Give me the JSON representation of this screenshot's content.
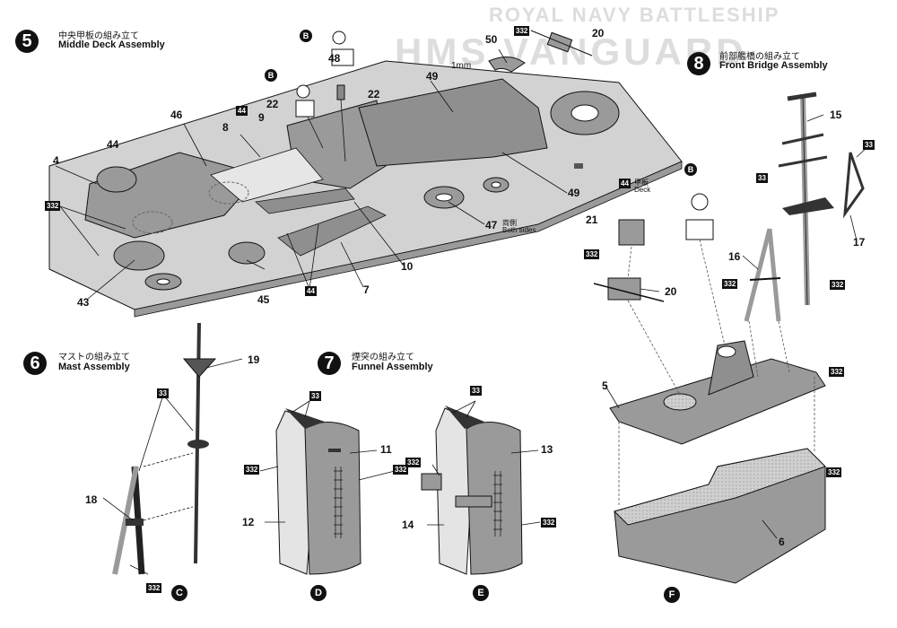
{
  "steps": [
    {
      "number": "5",
      "title_jp": "中央甲板の組み立て",
      "title_en": "Middle Deck Assembly"
    },
    {
      "number": "6",
      "title_jp": "マストの組み立て",
      "title_en": "Mast Assembly"
    },
    {
      "number": "7",
      "title_jp": "煙突の組み立て",
      "title_en": "Funnel Assembly"
    },
    {
      "number": "8",
      "title_jp": "前部艦橋の組み立て",
      "title_en": "Front Bridge Assembly"
    }
  ],
  "header_ghost": {
    "line1": "ROYAL NAVY BATTLESHIP",
    "line2": "HMS VANGUARD"
  },
  "parts": {
    "p4": "4",
    "p44": "44",
    "p46": "46",
    "p8": "8",
    "p9": "9",
    "p22a": "22",
    "p22b": "22",
    "p48": "48",
    "p50": "50",
    "p20a": "20",
    "p49a": "49",
    "p49b": "49",
    "p1mm": "1mm",
    "p43": "43",
    "p45": "45",
    "p7": "7",
    "p10": "10",
    "p47": "47",
    "p19": "19",
    "p18": "18",
    "p11": "11",
    "p12": "12",
    "p13": "13",
    "p14": "14",
    "p15": "15",
    "p16": "16",
    "p17": "17",
    "p21": "21",
    "p20b": "20",
    "p5": "5",
    "p6": "6"
  },
  "notes": {
    "both_sides_jp": "両側",
    "both_sides_en": "Both sides",
    "deck_jp": "甲板",
    "deck_en": "Deck"
  },
  "paint": {
    "c332": "332",
    "c44": "44",
    "c33": "33"
  },
  "refs": {
    "b": "B",
    "c": "C",
    "d": "D",
    "e": "E",
    "f": "F"
  },
  "colors": {
    "ink": "#111111",
    "part_gray": "#9a9a9a",
    "deck_gray": "#cfcfcf",
    "dark_gray": "#555555"
  }
}
